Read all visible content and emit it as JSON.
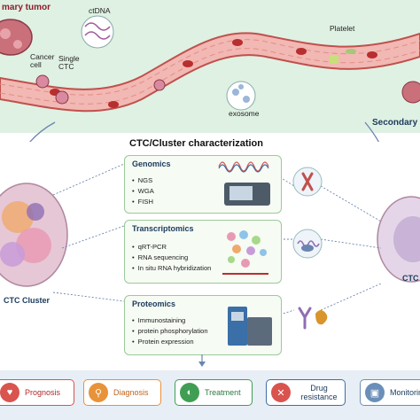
{
  "labels": {
    "primary_tumor": "mary tumor",
    "ctdna": "ctDNA",
    "cancer_cell": "Cancer cell",
    "single_ctc": "Single CTC",
    "platelet": "Platelet",
    "exosome": "exosome",
    "secondary": "Secondary",
    "section_title": "CTC/Cluster characterization",
    "ctc_cluster": "CTC Cluster",
    "ctc_right": "CTC"
  },
  "boxes": [
    {
      "title": "Genomics",
      "items": [
        "NGS",
        "WGA",
        "FISH"
      ]
    },
    {
      "title": "Transcriptomics",
      "items": [
        "qRT-PCR",
        "RNA sequencing",
        "In situ RNA hybridization"
      ]
    },
    {
      "title": "Proteomics",
      "items": [
        "Immunostaining",
        "protein phosphorylation",
        "Protein expression"
      ]
    }
  ],
  "outcomes": [
    {
      "label": "Prognosis",
      "icon": "heart-icon",
      "color": "#d9534f"
    },
    {
      "label": "Diagnosis",
      "icon": "magnifier-icon",
      "color": "#e8923a"
    },
    {
      "label": "Treatment",
      "icon": "pill-icon",
      "color": "#3f9e54"
    },
    {
      "label": "Drug resistance",
      "icon": "pill-cross-icon",
      "color": "#3a6fa8"
    },
    {
      "label": "Monitoring",
      "icon": "monitor-icon",
      "color": "#6a8fb8"
    }
  ]
}
